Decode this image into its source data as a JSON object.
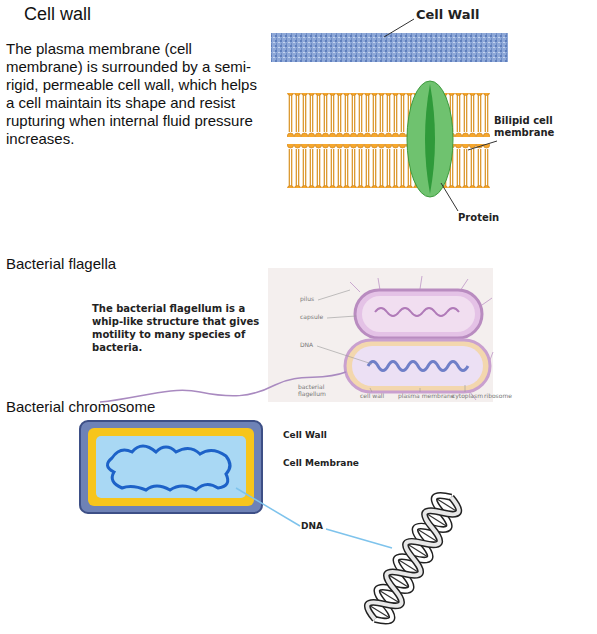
{
  "diagram": {
    "title": "Cell wall",
    "labels": [
      "The plasma membrane (cell membrane) is surrounded by a semi-rigid, permeable cell wall, which helps a cell maintain its shape and resist rupturing when internal fluid pressure increases.",
      "Cell Wall",
      "Bilipid cell membrane",
      "Protein",
      "Bacterial flagella",
      "The bacterial flagellum is a whip-like structure that gives motility to many species of bacteria.",
      "pilus",
      "capsule",
      "DNA",
      "bacterial flagellum",
      "cell wall",
      "plasma membrane",
      "cytoplasm",
      "ribosome",
      "Bacterial chromosome",
      "Cell Wall",
      "Cell Membrane",
      "DNA"
    ]
  }
}
